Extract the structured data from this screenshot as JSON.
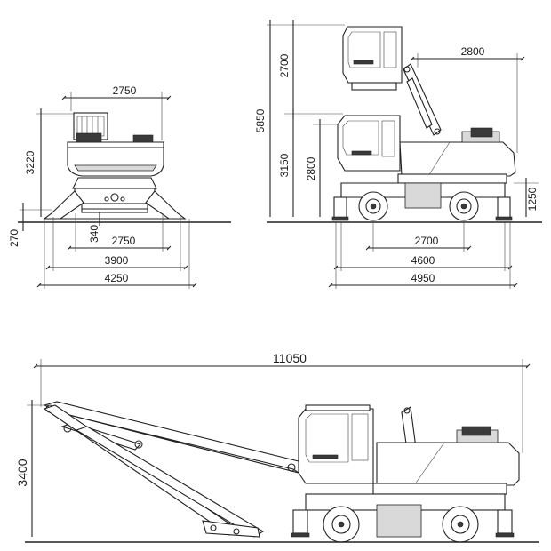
{
  "front_view": {
    "top_width": "2750",
    "height_upper": "3220",
    "clearance": "340",
    "height_outrigger": "270",
    "track_width": "2750",
    "outrigger_width": "3900",
    "outrigger_total": "4250"
  },
  "side_view": {
    "cab_height_raised": "2700",
    "total_height": "5850",
    "cab_height_lowered": "3150",
    "chassis_height": "2800",
    "tail_offset": "2800",
    "ground_clearance": "1250",
    "wheelbase": "2700",
    "wheel_span": "4600",
    "outrigger_span": "4950"
  },
  "transport_view": {
    "total_length": "11050",
    "transport_height": "3400"
  }
}
